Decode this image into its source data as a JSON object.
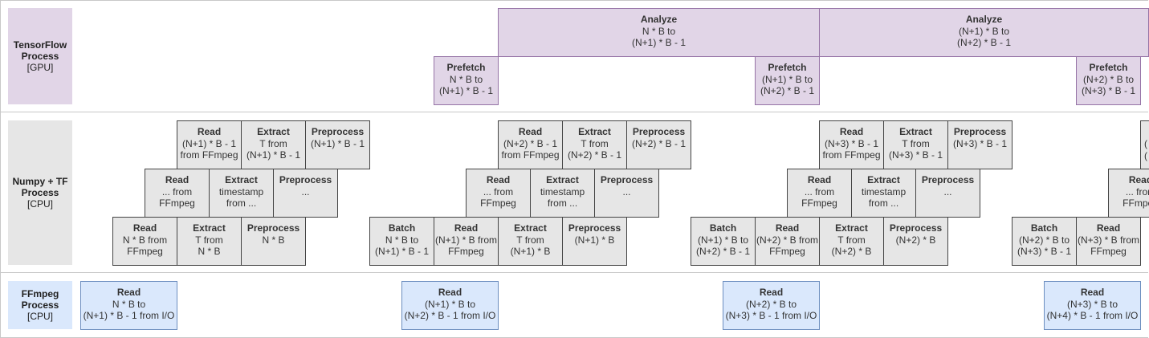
{
  "lanes": [
    {
      "title": "TensorFlow",
      "l2": "Process",
      "l3": "[GPU]",
      "color": "#e1d5e7"
    },
    {
      "title": "Numpy + TF",
      "l2": "Process",
      "l3": "[CPU]",
      "color": "#e6e6e6"
    },
    {
      "title": "FFmpeg",
      "l2": "Process",
      "l3": "[CPU]",
      "color": "#dae8fc"
    }
  ],
  "boxes": [
    {
      "name": "analyze-n",
      "kind": "tf",
      "title": "Analyze",
      "lines": [
        "N * B to",
        "(N+1) * B - 1"
      ]
    },
    {
      "name": "analyze-n1",
      "kind": "tf",
      "title": "Analyze",
      "lines": [
        "(N+1) * B to",
        "(N+2) * B - 1"
      ]
    },
    {
      "name": "prefetch-n",
      "kind": "tf",
      "title": "Prefetch",
      "lines": [
        "N * B to",
        "(N+1) * B - 1"
      ]
    },
    {
      "name": "prefetch-n1",
      "kind": "tf",
      "title": "Prefetch",
      "lines": [
        "(N+1) * B to",
        "(N+2) * B - 1"
      ]
    },
    {
      "name": "prefetch-n2",
      "kind": "tf",
      "title": "Prefetch",
      "lines": [
        "(N+2) * B to",
        "(N+3) * B - 1"
      ]
    },
    {
      "name": "read-a1",
      "kind": "cpu",
      "title": "Read",
      "lines": [
        "(N+1) * B - 1",
        "from FFmpeg"
      ]
    },
    {
      "name": "extract-a1",
      "kind": "cpu",
      "title": "Extract",
      "lines": [
        "T from",
        "(N+1) * B - 1"
      ]
    },
    {
      "name": "preprocess-a1",
      "kind": "cpu",
      "title": "Preprocess",
      "lines": [
        "(N+1) * B - 1"
      ]
    },
    {
      "name": "read-a2",
      "kind": "cpu",
      "title": "Read",
      "lines": [
        "... from",
        "FFmpeg"
      ]
    },
    {
      "name": "extract-a2",
      "kind": "cpu",
      "title": "Extract",
      "lines": [
        "timestamp",
        "from ..."
      ]
    },
    {
      "name": "preprocess-a2",
      "kind": "cpu",
      "title": "Preprocess",
      "lines": [
        "..."
      ]
    },
    {
      "name": "read-a3",
      "kind": "cpu",
      "title": "Read",
      "lines": [
        "N * B from",
        "FFmpeg"
      ]
    },
    {
      "name": "extract-a3",
      "kind": "cpu",
      "title": "Extract",
      "lines": [
        "T from",
        "N * B"
      ]
    },
    {
      "name": "preprocess-a3",
      "kind": "cpu",
      "title": "Preprocess",
      "lines": [
        "N * B"
      ]
    },
    {
      "name": "batch-b",
      "kind": "cpu",
      "title": "Batch",
      "lines": [
        "N * B to",
        "(N+1) * B - 1"
      ]
    },
    {
      "name": "read-b1",
      "kind": "cpu",
      "title": "Read",
      "lines": [
        "(N+2) * B - 1",
        "from FFmpeg"
      ]
    },
    {
      "name": "extract-b1",
      "kind": "cpu",
      "title": "Extract",
      "lines": [
        "T from",
        "(N+2) * B - 1"
      ]
    },
    {
      "name": "preprocess-b1",
      "kind": "cpu",
      "title": "Preprocess",
      "lines": [
        "(N+2) * B - 1"
      ]
    },
    {
      "name": "read-b2",
      "kind": "cpu",
      "title": "Read",
      "lines": [
        "... from",
        "FFmpeg"
      ]
    },
    {
      "name": "extract-b2",
      "kind": "cpu",
      "title": "Extract",
      "lines": [
        "timestamp",
        "from ..."
      ]
    },
    {
      "name": "preprocess-b2",
      "kind": "cpu",
      "title": "Preprocess",
      "lines": [
        "..."
      ]
    },
    {
      "name": "read-b3",
      "kind": "cpu",
      "title": "Read",
      "lines": [
        "(N+1) * B from",
        "FFmpeg"
      ]
    },
    {
      "name": "extract-b3",
      "kind": "cpu",
      "title": "Extract",
      "lines": [
        "T from",
        "(N+1) * B"
      ]
    },
    {
      "name": "preprocess-b3",
      "kind": "cpu",
      "title": "Preprocess",
      "lines": [
        "(N+1) * B"
      ]
    },
    {
      "name": "batch-c",
      "kind": "cpu",
      "title": "Batch",
      "lines": [
        "(N+1) * B to",
        "(N+2) * B - 1"
      ]
    },
    {
      "name": "read-c1",
      "kind": "cpu",
      "title": "Read",
      "lines": [
        "(N+3) * B - 1",
        "from FFmpeg"
      ]
    },
    {
      "name": "extract-c1",
      "kind": "cpu",
      "title": "Extract",
      "lines": [
        "T from",
        "(N+3) * B - 1"
      ]
    },
    {
      "name": "preprocess-c1",
      "kind": "cpu",
      "title": "Preprocess",
      "lines": [
        "(N+3) * B - 1"
      ]
    },
    {
      "name": "read-c2",
      "kind": "cpu",
      "title": "Read",
      "lines": [
        "... from",
        "FFmpeg"
      ]
    },
    {
      "name": "extract-c2",
      "kind": "cpu",
      "title": "Extract",
      "lines": [
        "timestamp",
        "from ..."
      ]
    },
    {
      "name": "preprocess-c2",
      "kind": "cpu",
      "title": "Preprocess",
      "lines": [
        "..."
      ]
    },
    {
      "name": "read-c3",
      "kind": "cpu",
      "title": "Read",
      "lines": [
        "(N+2) * B from",
        "FFmpeg"
      ]
    },
    {
      "name": "extract-c3",
      "kind": "cpu",
      "title": "Extract",
      "lines": [
        "T from",
        "(N+2) * B"
      ]
    },
    {
      "name": "preprocess-c3",
      "kind": "cpu",
      "title": "Preprocess",
      "lines": [
        "(N+2) * B"
      ]
    },
    {
      "name": "batch-d",
      "kind": "cpu",
      "title": "Batch",
      "lines": [
        "(N+2) * B to",
        "(N+3) * B - 1"
      ]
    },
    {
      "name": "read-d3",
      "kind": "cpu",
      "title": "Read",
      "lines": [
        "(N+3) * B from",
        "FFmpeg"
      ]
    },
    {
      "name": "read-d2",
      "kind": "cpu",
      "title": "Read",
      "lines": [
        "... from",
        "FFmpeg"
      ]
    },
    {
      "name": "clipped-d1",
      "kind": "cpu",
      "title": "",
      "lines": [
        "(",
        "("
      ]
    },
    {
      "name": "ffmpeg-read-n",
      "kind": "io",
      "title": "Read",
      "lines": [
        "N * B to",
        "(N+1) * B - 1 from I/O"
      ]
    },
    {
      "name": "ffmpeg-read-n1",
      "kind": "io",
      "title": "Read",
      "lines": [
        "(N+1) * B to",
        "(N+2) * B - 1 from I/O"
      ]
    },
    {
      "name": "ffmpeg-read-n2",
      "kind": "io",
      "title": "Read",
      "lines": [
        "(N+2) * B to",
        "(N+3) * B - 1 from I/O"
      ]
    },
    {
      "name": "ffmpeg-read-n3",
      "kind": "io",
      "title": "Read",
      "lines": [
        "(N+3) * B to",
        "(N+4) * B - 1 from I/O"
      ]
    }
  ]
}
